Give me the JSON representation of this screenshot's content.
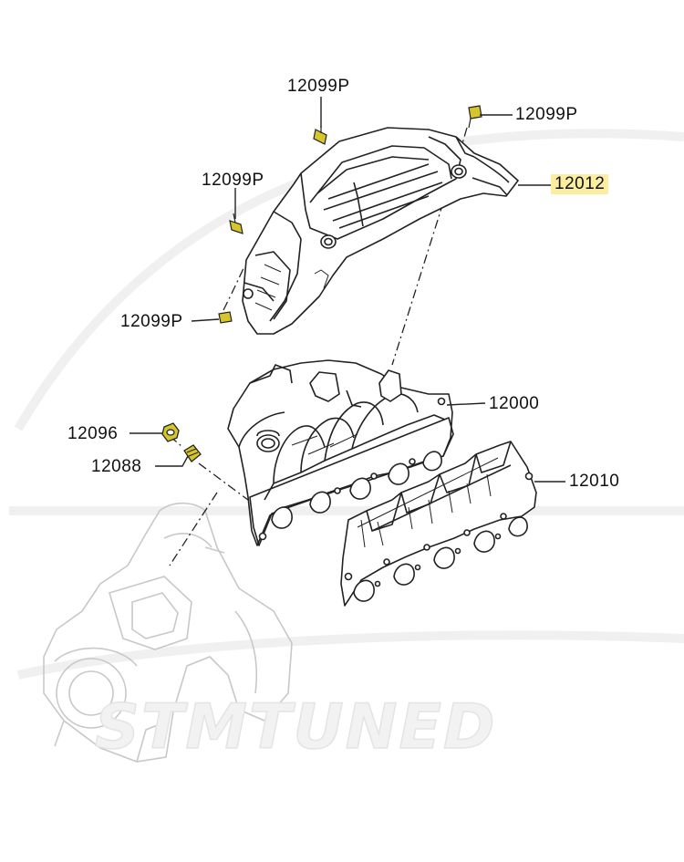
{
  "diagram": {
    "callouts": [
      {
        "id": "c1",
        "text": "12099P"
      },
      {
        "id": "c2",
        "text": "12099P"
      },
      {
        "id": "c3",
        "text": "12099P"
      },
      {
        "id": "c4",
        "text": "12099P"
      },
      {
        "id": "c5",
        "text": "12012",
        "highlight": "#fbeea0"
      },
      {
        "id": "c6",
        "text": "12000"
      },
      {
        "id": "c7",
        "text": "12096"
      },
      {
        "id": "c8",
        "text": "12088"
      },
      {
        "id": "c9",
        "text": "12010"
      }
    ],
    "watermark": "STMTUNED",
    "colors": {
      "line": "#222222",
      "bolt": "#d6c62c",
      "ghost": "#c8c8c8",
      "watermark": "#e4e4e4",
      "highlight": "#fbeea0"
    }
  }
}
